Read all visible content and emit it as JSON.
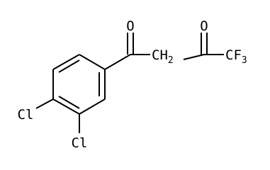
{
  "molecule": {
    "atoms": {
      "o1": "O",
      "o2": "O",
      "ch2": "CH",
      "ch2_sub": "2",
      "cf3": "CF",
      "cf3_sub": "3",
      "cl1": "Cl",
      "cl2": "Cl"
    },
    "colors": {
      "bond": "#000000",
      "label": "#000000",
      "background": "#ffffff"
    }
  }
}
